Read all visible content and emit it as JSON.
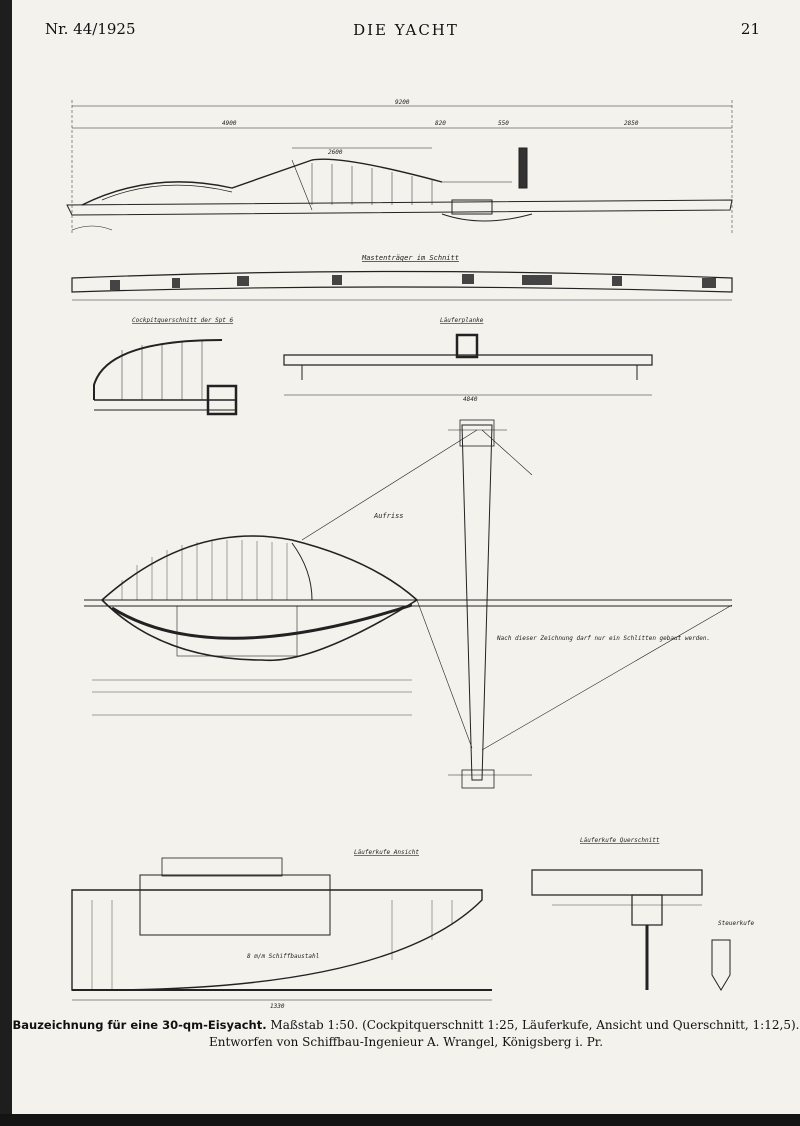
{
  "header": {
    "issue": "Nr. 44/1925",
    "journal": "DIE YACHT",
    "page_number": "21"
  },
  "drawing_labels": {
    "mast_carrier": "Mastenträger im Schnitt",
    "runner_plank": "Läuferplanke",
    "cockpit_section": "Cockpitquerschnitt der Spt 6",
    "sail_plan": "Aufriss",
    "runner_view": "Läuferkufe Ansicht",
    "runner_section": "Läuferkufe Querschnitt",
    "steering_runner": "Steuerkufe",
    "ship_steel": "8 m/m Schiffbaustahl",
    "note": "Nach dieser Zeichnung darf nur ein Schlitten gebaut werden.",
    "overall_length": "9200",
    "width_total": "4840",
    "runner_length": "1330"
  },
  "caption": {
    "bold": "Bauzeichnung für eine 30-qm-Eisyacht.",
    "line1_rest": " Maßstab 1:50. (Cockpitquerschnitt 1:25, Läuferkufe, Ansicht und Querschnitt, 1:12,5).",
    "line2": "Entworfen von Schiffbau-Ingenieur A. Wrangel, Königsberg i. Pr."
  }
}
